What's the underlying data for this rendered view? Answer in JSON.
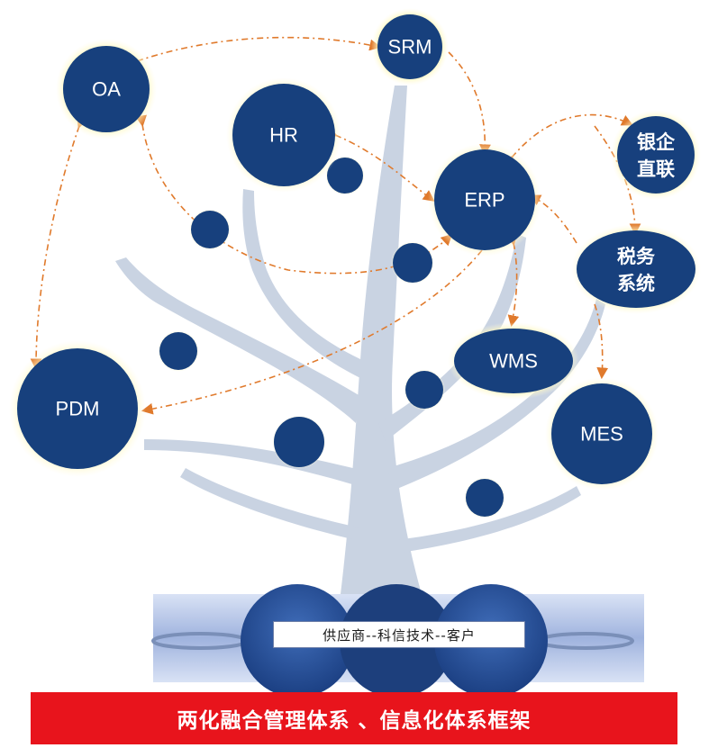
{
  "nodes": {
    "oa": "OA",
    "srm": "SRM",
    "hr": "HR",
    "erp": "ERP",
    "bank": [
      "银企",
      "直联"
    ],
    "tax": [
      "税务",
      "系统"
    ],
    "wms": "WMS",
    "pdm": "PDM",
    "mes": "MES"
  },
  "chain_label": "供应商--科信技术--客户",
  "footer_title": "两化融合管理体系 、信息化体系框架",
  "colors": {
    "node_fill": "#17407d",
    "node_glow": "#fff5a0",
    "tree": "#c9d3e2",
    "connector": "#e07a2c",
    "banner": "#e8141c"
  }
}
